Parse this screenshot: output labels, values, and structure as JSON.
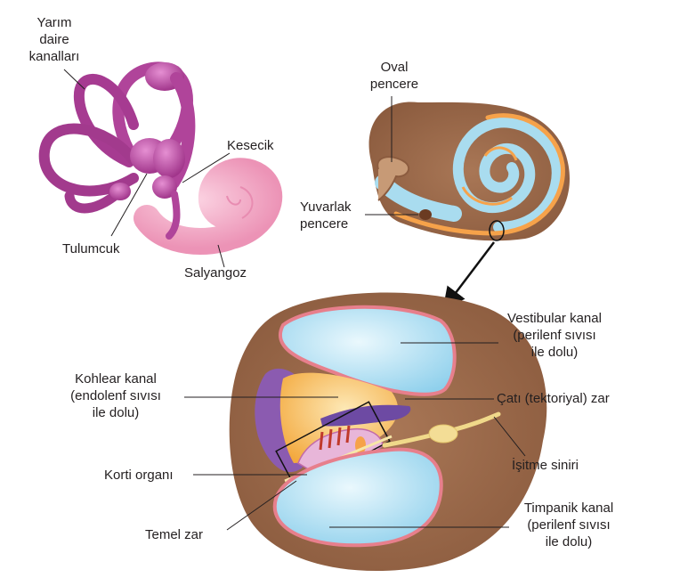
{
  "labels": {
    "semicircular_canals": [
      "Yarım",
      "daire",
      "kanalları"
    ],
    "utricle": "Tulumcuk",
    "saccule": "Kesecik",
    "cochlea": "Salyangoz",
    "oval_window": [
      "Oval",
      "pencere"
    ],
    "round_window": [
      "Yuvarlak",
      "pencere"
    ],
    "vestibular_canal": [
      "Vestibular kanal",
      "(perilenf sıvısı",
      "ile dolu)"
    ],
    "cochlear_duct": [
      "Kohlear kanal",
      "(endolenf sıvısı",
      "ile dolu)"
    ],
    "tectorial_membrane": "Çatı (tektoriyal) zar",
    "organ_of_corti": "Korti organı",
    "auditory_nerve": "İşitme siniri",
    "basilar_membrane": "Temel zar",
    "tympanic_canal": [
      "Timpanik kanal",
      "(perilenf sıvısı",
      "ile dolu)"
    ]
  },
  "colors": {
    "inner_ear": "#b0449a",
    "cochlea_pink": "#f2a9c6",
    "bone": "#9b6b4b",
    "fluid": "#a9dcef",
    "duct": "#f7b650",
    "canal_wall": "#e77f8c",
    "nerve": "#f0d98a"
  }
}
